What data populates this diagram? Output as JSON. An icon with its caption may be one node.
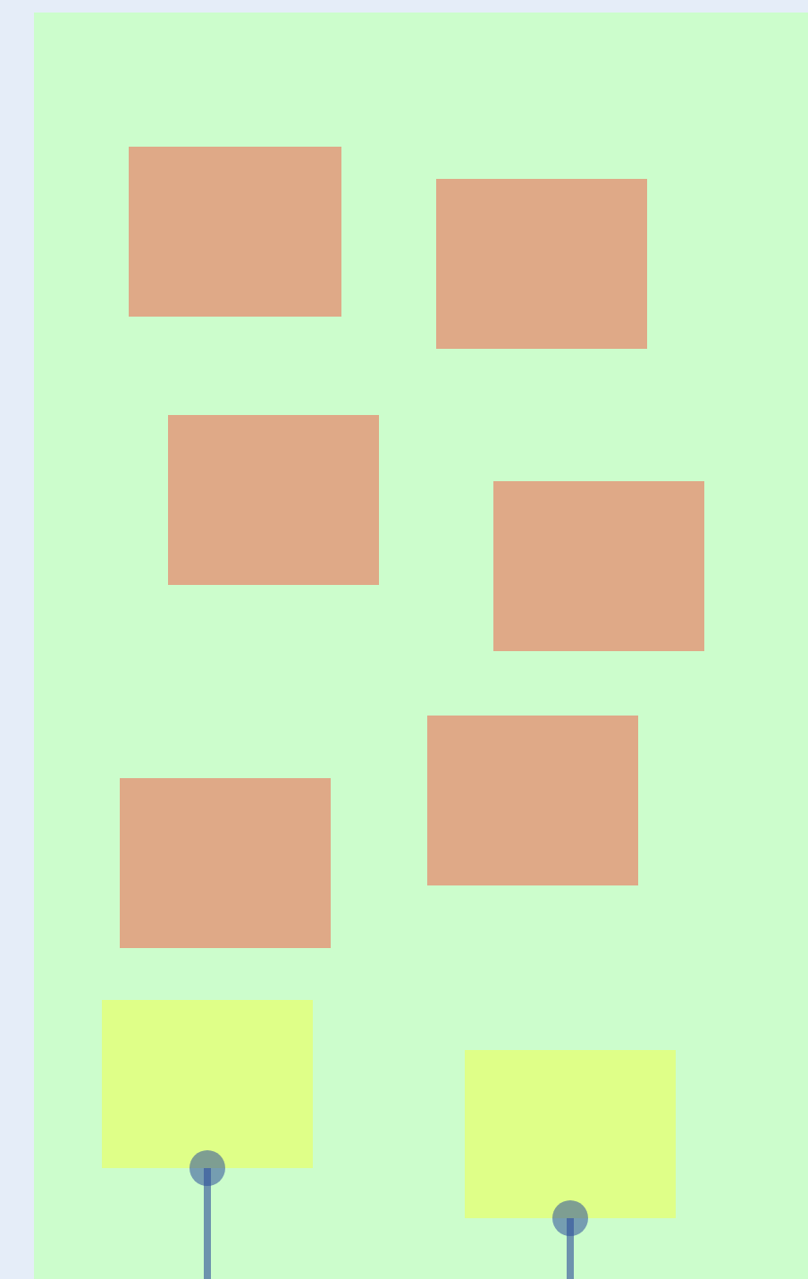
{
  "diagram": {
    "nodes": [
      {
        "text": [],
        "shape": "box"
      },
      {
        "text": [],
        "shape": "box"
      },
      {
        "text": [],
        "shape": "box"
      },
      {
        "text": [],
        "shape": "box"
      },
      {
        "text": [],
        "shape": "box"
      },
      {
        "text": [],
        "shape": "box"
      },
      {
        "text": [],
        "shape": "box"
      },
      {
        "text": [],
        "shape": "box"
      }
    ],
    "edges": [
      {
        "from": 6,
        "to": null,
        "arrow": "other"
      },
      {
        "from": 7,
        "to": null,
        "arrow": "other"
      }
    ]
  }
}
